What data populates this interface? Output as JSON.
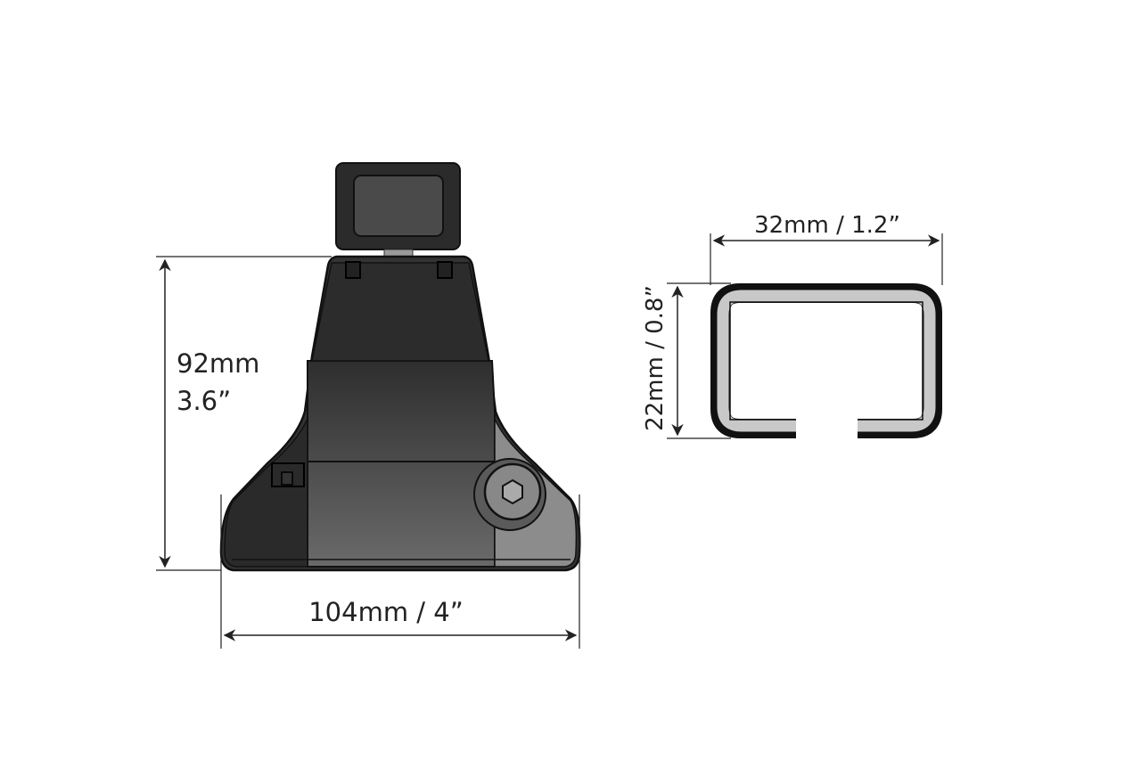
{
  "foot": {
    "height_label_mm": "92mm",
    "height_label_in": "3.6”",
    "width_label": "104mm / 4”"
  },
  "bar_profile": {
    "width_label": "32mm / 1.2”",
    "height_label": "22mm / 0.8”"
  },
  "colors": {
    "body_dark": "#2a2a2a",
    "body_mid": "#555555",
    "body_light": "#8a8a8a",
    "profile_fill": "#c8c8c8",
    "line": "#222222"
  }
}
